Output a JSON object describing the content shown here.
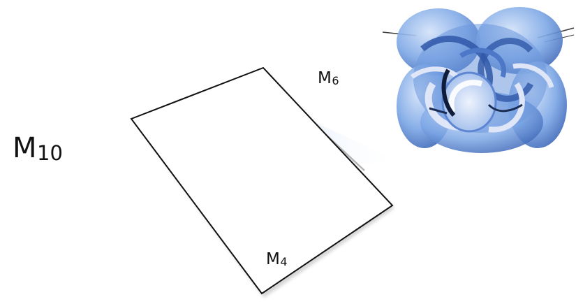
{
  "labels": {
    "m10": {
      "base": "M",
      "sub": "10"
    },
    "m6": {
      "base": "M",
      "sub": "6"
    },
    "m4": {
      "base": "M",
      "sub": "4"
    }
  },
  "colors": {
    "background": "#ffffff",
    "outline": "#111111",
    "surface_blue_light": "#bcd3f4",
    "surface_blue_mid": "#6f9de0",
    "surface_blue_dark": "#2f57a8",
    "tube_light": "#dfe6f7",
    "shadow_grey": "#a8a8a8"
  },
  "icons": {
    "sheet": "parallelogram-sheet-icon",
    "blob": "blue-knotted-surface-icon"
  }
}
